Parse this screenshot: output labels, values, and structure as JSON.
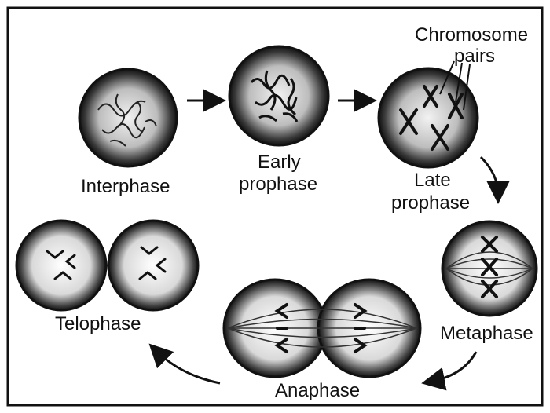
{
  "labels": {
    "interphase": "Interphase",
    "early_prophase_1": "Early",
    "early_prophase_2": "prophase",
    "late_prophase_1": "Late",
    "late_prophase_2": "prophase",
    "metaphase": "Metaphase",
    "anaphase": "Anaphase",
    "telophase": "Telophase",
    "chromosome_pairs_1": "Chromosome",
    "chromosome_pairs_2": "pairs"
  }
}
